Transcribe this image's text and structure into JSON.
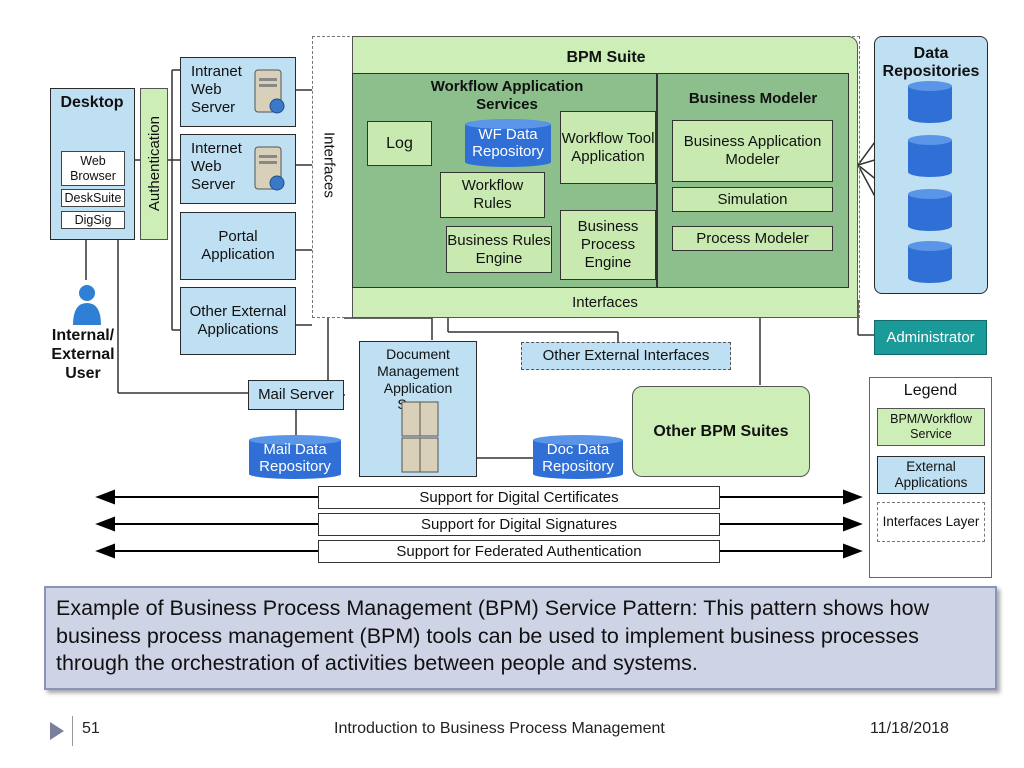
{
  "desktop": {
    "title": "Desktop",
    "items": [
      "Web Browser",
      "DeskSuite",
      "DigSig"
    ]
  },
  "authentication": "Authentication",
  "user": {
    "label": "Internal/ External User"
  },
  "servers": {
    "intranet": "Intranet Web Server",
    "internet": "Internet Web Server",
    "portal": "Portal Application",
    "other_external": "Other External Applications"
  },
  "interfaces_vertical": "Interfaces",
  "bpm_suite": {
    "title": "BPM Suite",
    "workflow_services": {
      "title": "Workflow Application Services",
      "log": "Log",
      "wf_data_repository": "WF Data Repository",
      "workflow_tool": "Workflow Tool Application",
      "workflow_rules": "Workflow Rules",
      "business_rules_engine": "Business Rules Engine",
      "business_process_engine": "Business Process Engine"
    },
    "business_modeler": {
      "title": "Business Modeler",
      "application_modeler": "Business Application Modeler",
      "simulation": "Simulation",
      "process_modeler": "Process Modeler"
    },
    "interfaces_bottom": "Interfaces"
  },
  "data_repositories": {
    "title": "Data Repositories"
  },
  "administrator": "Administrator",
  "mail_server": "Mail Server",
  "mail_data_repository": "Mail Data Repository",
  "doc_mgmt_server": "Document Management Application Server",
  "doc_data_repository": "Doc Data Repository",
  "other_external_interfaces": "Other External Interfaces",
  "other_bpm_suites": "Other BPM Suites",
  "legend": {
    "title": "Legend",
    "bpm_workflow": "BPM/Workflow Service",
    "external_apps": "External Applications",
    "interfaces_layer": "Interfaces Layer"
  },
  "support": [
    "Support for Digital Certificates",
    "Support for Digital Signatures",
    "Support for Federated Authentication"
  ],
  "caption": "Example of Business Process Management (BPM) Service Pattern: This pattern shows how business process management (BPM) tools can be used to implement business processes through the orchestration of activities between people and systems.",
  "footer": {
    "page_number": "51",
    "title": "Introduction to Business Process Management",
    "date": "11/18/2018"
  },
  "colors": {
    "blue_fill": "#bfe0f3",
    "light_green": "#cdeeb6",
    "dark_green": "#8cbf8c",
    "repository_blue": "#2f6fd6",
    "administrator_teal": "#1b9a9a",
    "caption_fill": "#cfd3e6"
  }
}
